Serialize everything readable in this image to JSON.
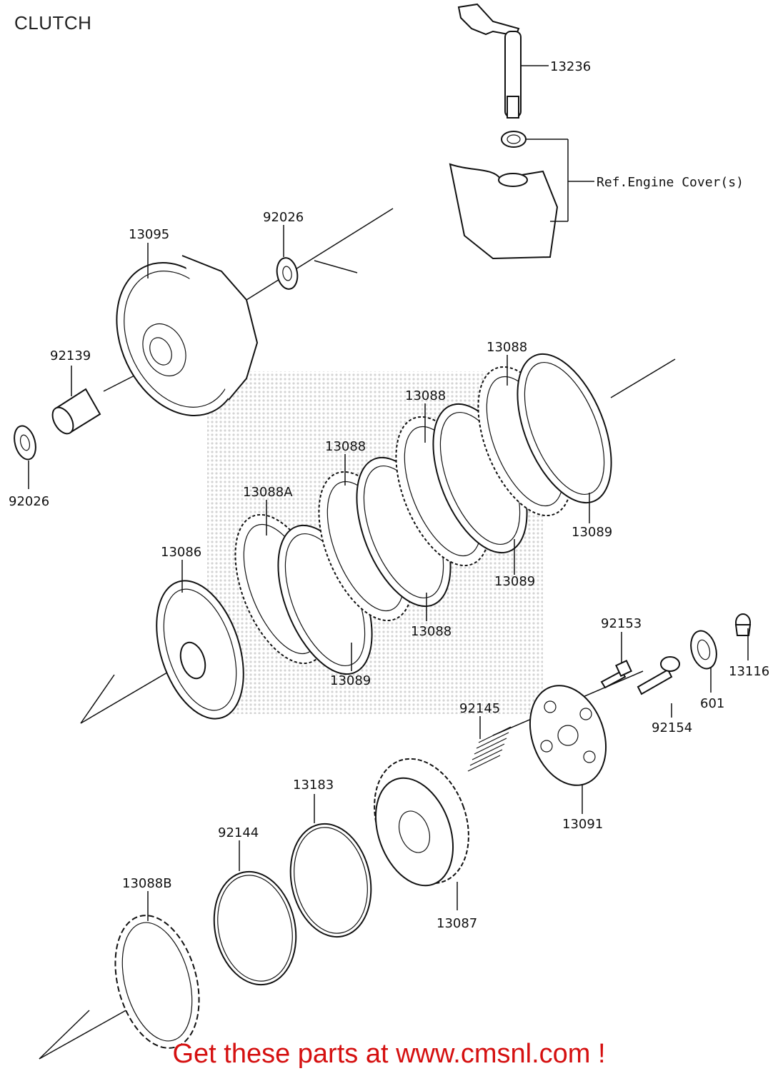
{
  "page": {
    "title": "CLUTCH",
    "footer": "Get these parts at www.cmsnl.com !"
  },
  "parts": [
    {
      "id": "13236",
      "label": "13236"
    },
    {
      "id": "ref-engine-cover",
      "label": "Ref.Engine Cover(s)"
    },
    {
      "id": "13095",
      "label": "13095"
    },
    {
      "id": "92026-top",
      "label": "92026"
    },
    {
      "id": "92139",
      "label": "92139"
    },
    {
      "id": "92026-left",
      "label": "92026"
    },
    {
      "id": "13088-a",
      "label": "13088"
    },
    {
      "id": "13088-b",
      "label": "13088"
    },
    {
      "id": "13088-c",
      "label": "13088"
    },
    {
      "id": "13088A",
      "label": "13088A"
    },
    {
      "id": "13089-a",
      "label": "13089"
    },
    {
      "id": "13089-b",
      "label": "13089"
    },
    {
      "id": "13088-d",
      "label": "13088"
    },
    {
      "id": "13089-c",
      "label": "13089"
    },
    {
      "id": "13086",
      "label": "13086"
    },
    {
      "id": "92153",
      "label": "92153"
    },
    {
      "id": "13116",
      "label": "13116"
    },
    {
      "id": "601",
      "label": "601"
    },
    {
      "id": "92154",
      "label": "92154"
    },
    {
      "id": "92145",
      "label": "92145"
    },
    {
      "id": "13091",
      "label": "13091"
    },
    {
      "id": "13183",
      "label": "13183"
    },
    {
      "id": "92144",
      "label": "92144"
    },
    {
      "id": "13087",
      "label": "13087"
    },
    {
      "id": "13088B",
      "label": "13088B"
    }
  ],
  "colors": {
    "footer": "#d51010",
    "line": "#111111",
    "watermark": "#cfcfcf"
  }
}
